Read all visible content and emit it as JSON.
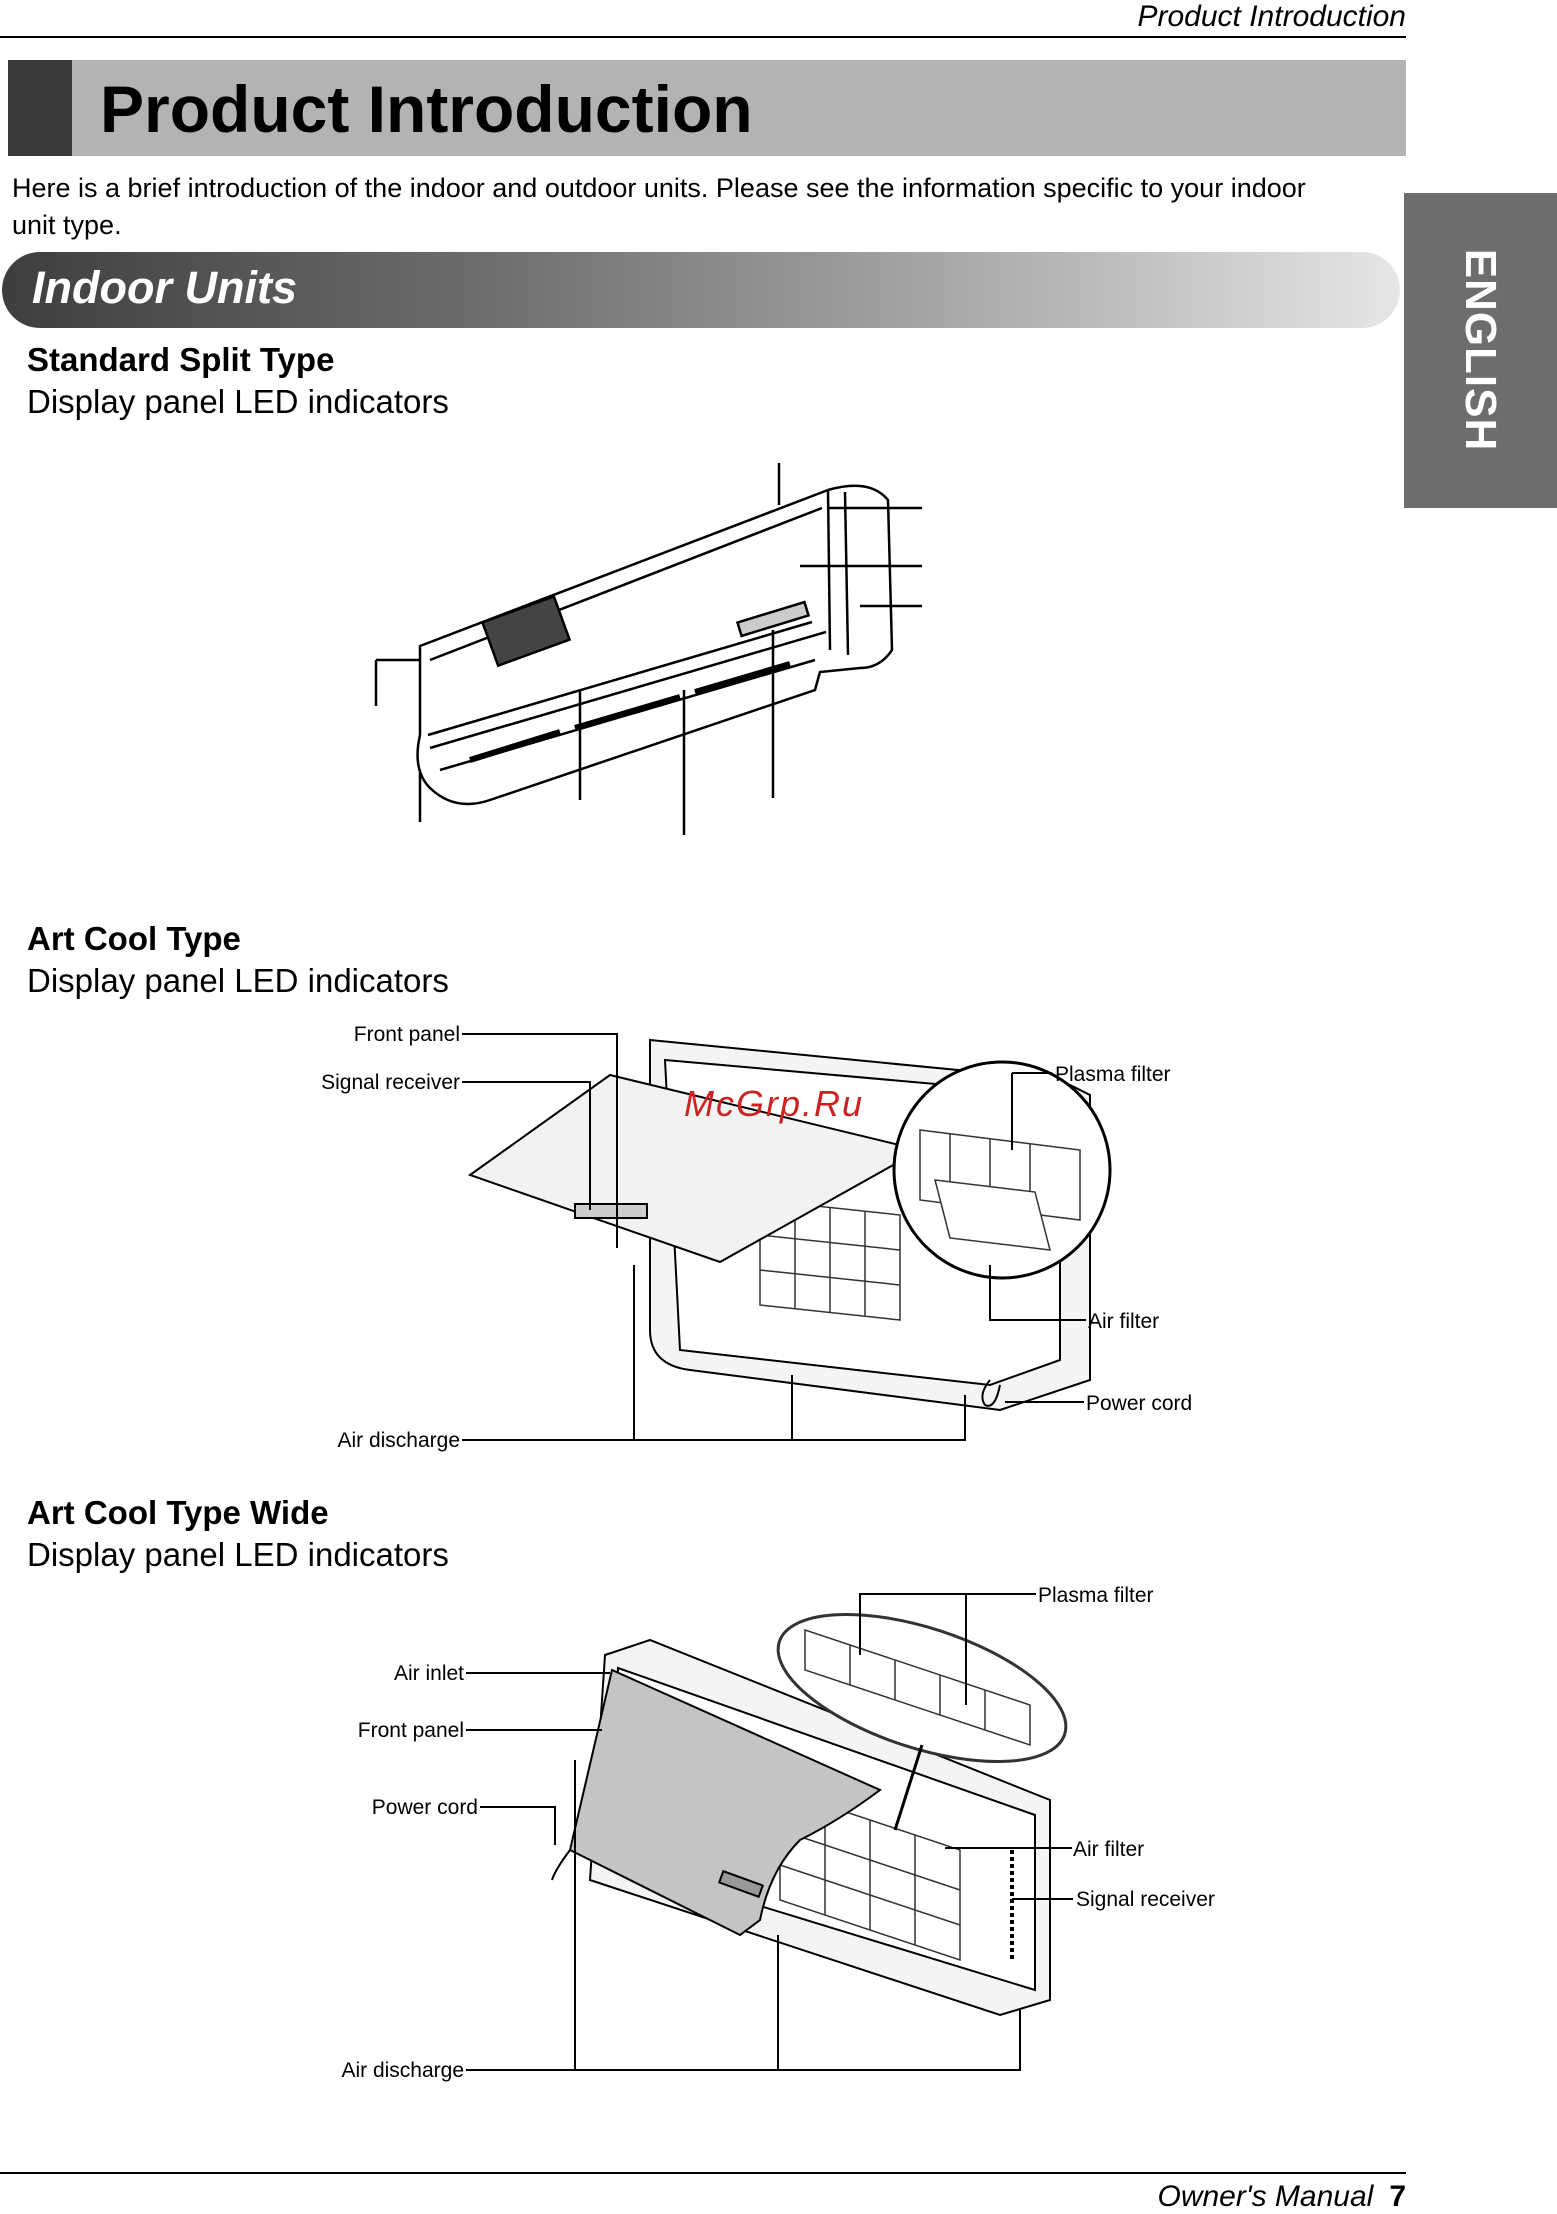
{
  "header": {
    "running_title": "Product Introduction"
  },
  "page_title": "Product Introduction",
  "intro": "Here is a brief introduction of the indoor and outdoor units. Please see the information specific to your indoor unit type.",
  "section": "Indoor Units",
  "language_tab": "ENGLISH",
  "units": [
    {
      "title": "Standard Split Type",
      "subtitle": "Display panel LED indicators",
      "labels": []
    },
    {
      "title": "Art Cool Type",
      "subtitle": "Display panel LED indicators",
      "labels": [
        "Front panel",
        "Signal receiver",
        "Plasma filter",
        "Air filter",
        "Power cord",
        "Air discharge"
      ]
    },
    {
      "title": "Art Cool Type Wide",
      "subtitle": "Display panel LED indicators",
      "labels": [
        "Plasma filter",
        "Air inlet",
        "Front panel",
        "Power cord",
        "Air filter",
        "Signal receiver",
        "Air discharge"
      ]
    }
  ],
  "watermark": "McGrp.Ru",
  "footer": {
    "manual": "Owner's Manual",
    "page": "7"
  }
}
